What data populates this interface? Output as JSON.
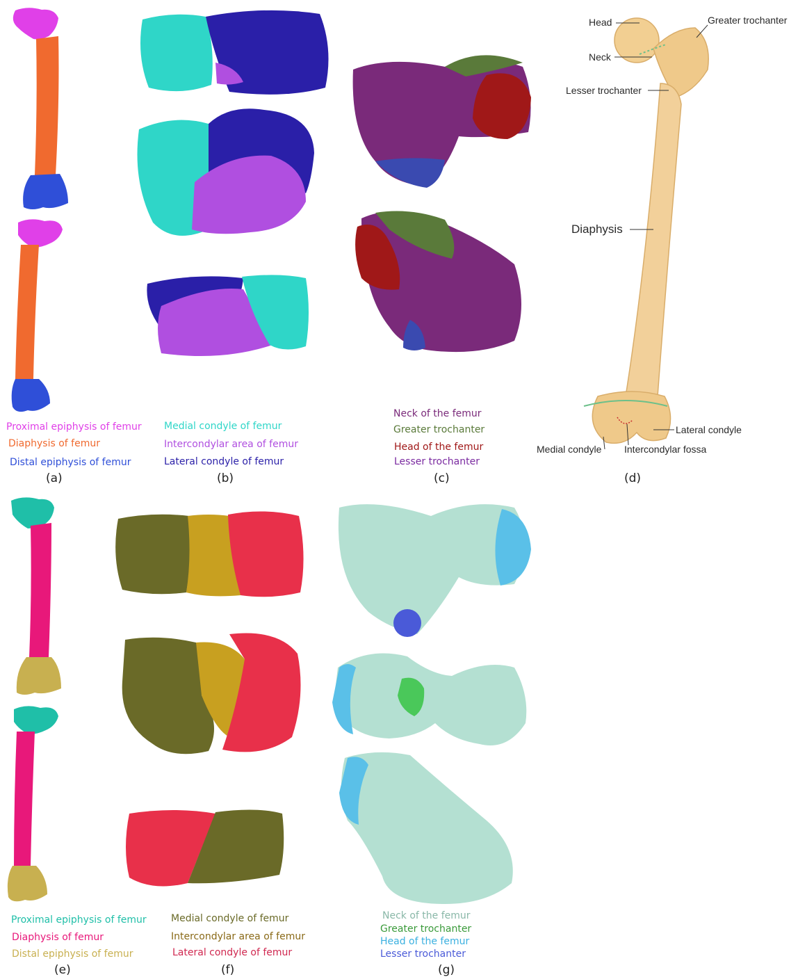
{
  "panels": {
    "a": {
      "caption": "(a)",
      "legend": [
        {
          "text": "Proximal epiphysis of femur",
          "color": "#e040e8"
        },
        {
          "text": "Diaphysis of femur",
          "color": "#f06a2f"
        },
        {
          "text": "Distal epiphysis of femur",
          "color": "#2f4fd8"
        }
      ]
    },
    "b": {
      "caption": "(b)",
      "legend": [
        {
          "text": "Medial condyle of femur",
          "color": "#2fd6c8"
        },
        {
          "text": "Intercondylar area of femur",
          "color": "#b04fe0"
        },
        {
          "text": "Lateral condyle of femur",
          "color": "#2a1fa8"
        }
      ]
    },
    "c": {
      "caption": "(c)",
      "legend": [
        {
          "text": "Neck of the femur",
          "color": "#7a2a7a"
        },
        {
          "text": "Greater trochanter",
          "color": "#5a7a3a"
        },
        {
          "text": "Head of the femur",
          "color": "#a01818"
        },
        {
          "text": "Lesser trochanter",
          "color": "#7a2aa0"
        }
      ]
    },
    "d": {
      "caption": "(d)",
      "annotations": {
        "head": "Head",
        "neck": "Neck",
        "greater_trochanter": "Greater trochanter",
        "lesser_trochanter": "Lesser trochanter",
        "diaphysis": "Diaphysis",
        "lateral_condyle": "Lateral condyle",
        "medial_condyle": "Medial condyle",
        "intercondylar_fossa": "Intercondylar fossa"
      }
    },
    "e": {
      "caption": "(e)",
      "legend": [
        {
          "text": "Proximal epiphysis of femur",
          "color": "#1fbfa8"
        },
        {
          "text": "Diaphysis of femur",
          "color": "#e8187a"
        },
        {
          "text": "Distal epiphysis of femur",
          "color": "#c8b050"
        }
      ]
    },
    "f": {
      "caption": "(f)",
      "legend": [
        {
          "text": "Medial condyle of femur",
          "color": "#6a6a28"
        },
        {
          "text": "Intercondylar area of femur",
          "color": "#8a6a18"
        },
        {
          "text": "Lateral condyle of femur",
          "color": "#d02850"
        }
      ]
    },
    "g": {
      "caption": "(g)",
      "legend": [
        {
          "text": "Neck of the femur",
          "color": "#8ab8a8"
        },
        {
          "text": "Greater trochanter",
          "color": "#3a9a3a"
        },
        {
          "text": "Head of the femur",
          "color": "#3ab0e0"
        },
        {
          "text": "Lesser trochanter",
          "color": "#4a5ad8"
        }
      ]
    }
  }
}
